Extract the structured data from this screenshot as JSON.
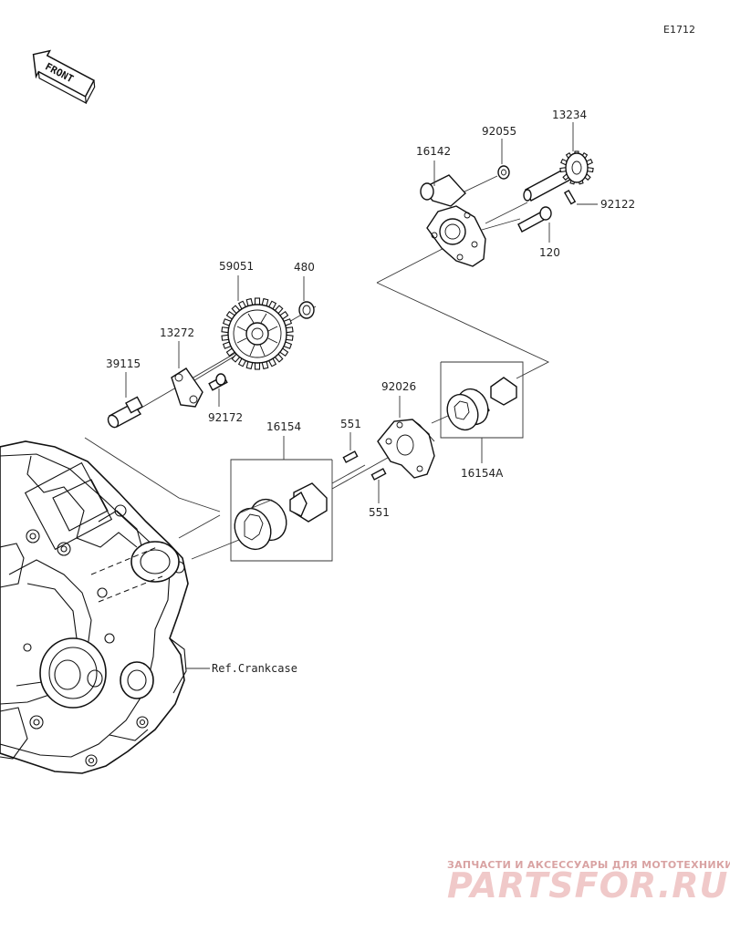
{
  "diagram_code": "E1712",
  "front_label": "FRONT",
  "parts": {
    "p59051": "59051",
    "p480": "480",
    "p13272": "13272",
    "p39115": "39115",
    "p92172": "92172",
    "p16154": "16154",
    "p551_top": "551",
    "p551_bottom": "551",
    "p92026": "92026",
    "p16154A": "16154A",
    "p16142": "16142",
    "p92055": "92055",
    "p13234": "13234",
    "p92122": "92122",
    "p120": "120"
  },
  "ref_crankcase": "Ref.Crankcase",
  "watermark": {
    "subtitle": "ЗАПЧАСТИ И АКСЕССУАРЫ ДЛЯ МОТОТЕХНИКИ",
    "brand": "PARTSFOR.RU"
  }
}
